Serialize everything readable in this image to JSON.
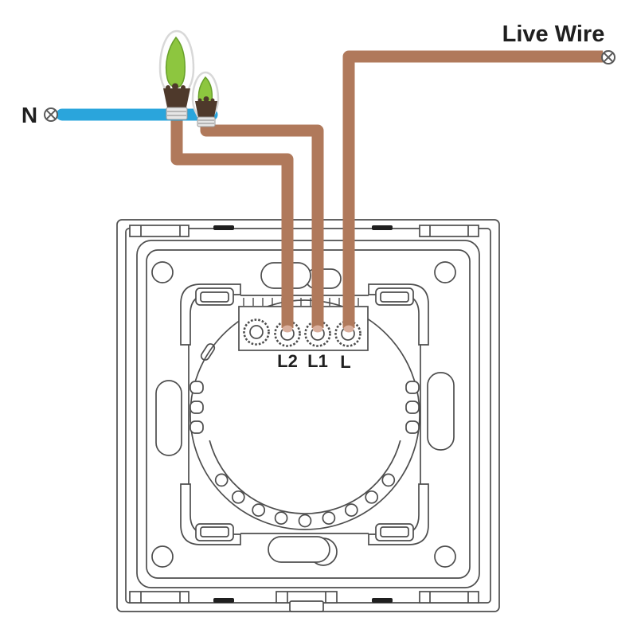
{
  "labels": {
    "neutral": "N",
    "live_wire": "Live Wire"
  },
  "terminal_labels": [
    "L2",
    "L1",
    "L"
  ],
  "colors": {
    "wire_brown": "#B0795B",
    "wire_blue": "#2AA5DC",
    "leaf_green": "#8DC63F",
    "leaf_dark": "#67A02A",
    "line": "#4D4D4D",
    "text": "#1F1F1F",
    "bulb_base": "#4E392B",
    "bulb_band": "#E6E6E6",
    "band_stroke": "#9A9A9A",
    "glass": "#D8D8D8",
    "wire_tip": "#D9AE9C",
    "background": "#FFFFFF"
  },
  "wiring": {
    "connections": [
      {
        "from": "large-bulb",
        "wire": "brown",
        "to": "L2"
      },
      {
        "from": "small-bulb",
        "wire": "brown",
        "to": "L1"
      },
      {
        "from": "live-supply",
        "wire": "brown",
        "to": "L"
      },
      {
        "from": "neutral-supply",
        "wire": "blue",
        "to": "bulbs"
      }
    ]
  }
}
